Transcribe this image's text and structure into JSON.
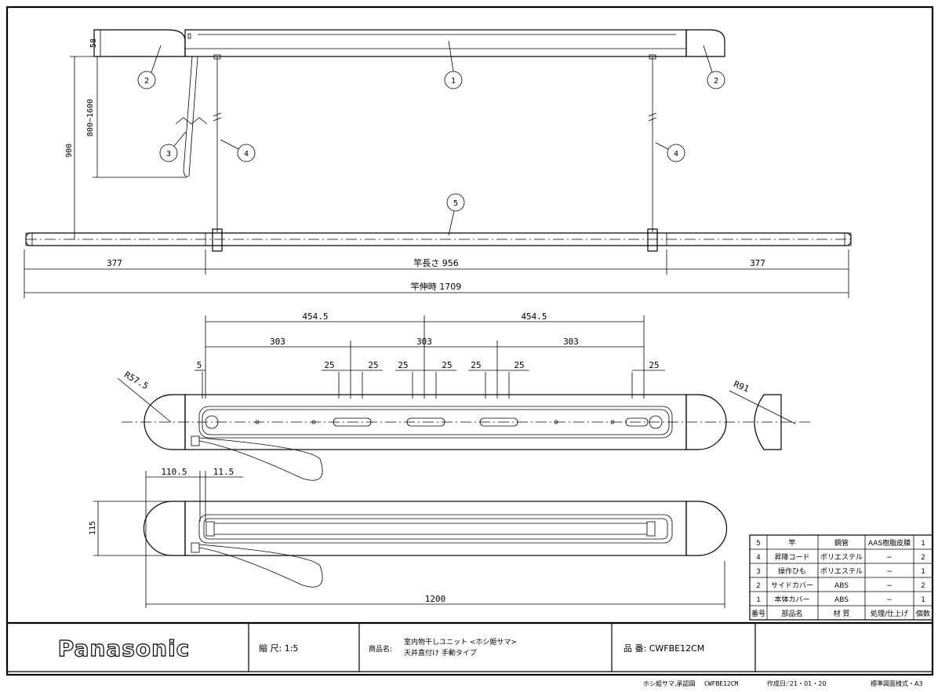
{
  "title_block": {
    "brand": "Panasonic",
    "scale": "縮 尺: 1:5",
    "product_label": "商品名:",
    "product_line1": "室内物干しユニット <ホシ姫サマ>",
    "product_line2": "天井直付け 手動タイプ",
    "part_number": "品 番: CWFBE12CM",
    "footer_name": "ホシ姫サマ,承認図",
    "footer_model": "CWFBE12CM",
    "footer_date": "作成日:'21・01・20",
    "footer_format": "標準図面様式・A3"
  },
  "parts_table": {
    "headers": [
      "番号",
      "部品名",
      "材 質",
      "処理/仕上げ",
      "個数"
    ],
    "rows": [
      [
        "5",
        "竿",
        "鋼管",
        "AAS樹脂皮膜",
        "1"
      ],
      [
        "4",
        "昇降コード",
        "ポリエステル",
        "−",
        "2"
      ],
      [
        "3",
        "操作ひも",
        "ポリエステル",
        "−",
        "1"
      ],
      [
        "2",
        "サイドカバー",
        "ABS",
        "−",
        "2"
      ],
      [
        "1",
        "本体カバー",
        "ABS",
        "−",
        "1"
      ]
    ]
  },
  "dimensions": {
    "d58": "58",
    "d800_1600": "800~1600",
    "d900": "900",
    "d377a": "377",
    "pole_length": "竿長さ 956",
    "d377b": "377",
    "pole_stretch": "竿伸時 1709",
    "d454_5a": "454.5",
    "d454_5b": "454.5",
    "d303a": "303",
    "d303b": "303",
    "d303c": "303",
    "d5": "5",
    "d25a": "25",
    "d25b": "25",
    "d25c": "25",
    "d25d": "25",
    "d25e": "25",
    "d25f": "25",
    "d25g": "25",
    "r57_5": "R57.5",
    "r91": "R91",
    "d110_5": "110.5",
    "d11_5": "11.5",
    "d115": "115",
    "d1200": "1200"
  },
  "callouts": [
    "1",
    "2",
    "2",
    "3",
    "4",
    "4",
    "5"
  ]
}
